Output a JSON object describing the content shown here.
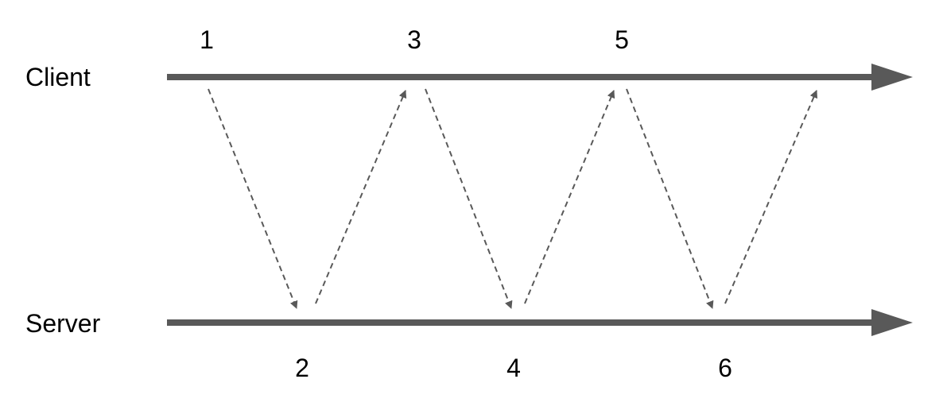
{
  "lanes": {
    "client_label": "Client",
    "server_label": "Server"
  },
  "steps": {
    "client": [
      "1",
      "3",
      "5"
    ],
    "server": [
      "2",
      "4",
      "6"
    ]
  },
  "colors": {
    "line": "#595959",
    "text": "#000000"
  }
}
